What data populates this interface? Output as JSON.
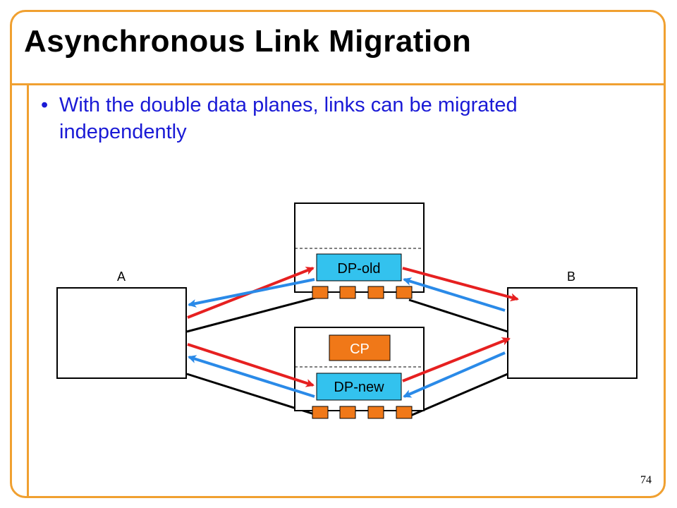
{
  "slide": {
    "title": "Asynchronous Link Migration",
    "bullet": "With the double data planes, links can be migrated independently",
    "bullet_marker": "•",
    "page_number": "74"
  },
  "diagram": {
    "node_a_label": "A",
    "node_b_label": "B",
    "dp_old_label": "DP-old",
    "cp_label": "CP",
    "dp_new_label": "DP-new"
  },
  "colors": {
    "frame": "#f0a030",
    "bullet_text": "#1a1ad6",
    "dp_box": "#33c2ee",
    "cp_box": "#f07818",
    "port": "#f07818",
    "arrow_red": "#e62020",
    "arrow_blue": "#2a8ae8"
  }
}
